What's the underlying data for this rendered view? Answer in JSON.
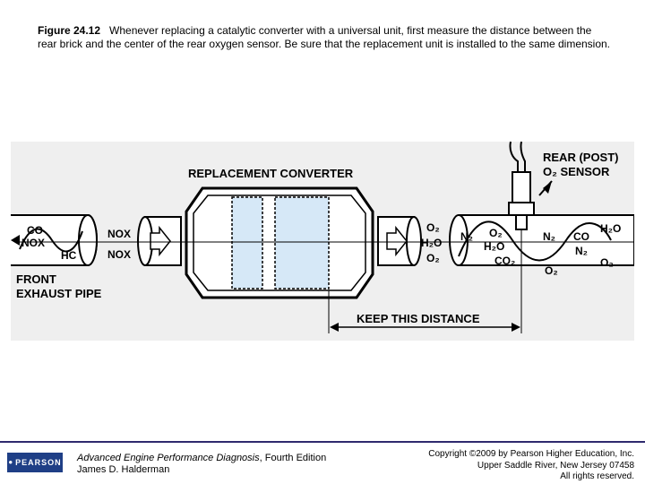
{
  "caption": {
    "figure_number": "Figure 24.12",
    "text": "Whenever replacing a catalytic converter with a universal unit, first measure the distance between the rear brick and the center of the rear oxygen sensor. Be sure that the replacement unit is installed to the same dimension."
  },
  "diagram": {
    "replacement_converter": "REPLACEMENT CONVERTER",
    "rear_sensor_line1": "REAR (POST)",
    "rear_sensor_line2": "O₂ SENSOR",
    "front_exhaust_line1": "FRONT",
    "front_exhaust_line2": "EXHAUST PIPE",
    "keep_distance": "KEEP THIS DISTANCE",
    "inlet_gases": {
      "co": "CO",
      "nox": "NOX",
      "hc": "HC"
    },
    "nox_top": "NOX",
    "nox_bottom": "NOX",
    "outlet_gases": {
      "o2_top": "O₂",
      "h2o": "H₂O",
      "o2_bottom": "O₂"
    },
    "downstream_gases": {
      "n2_a": "N₂",
      "o2_a": "O₂",
      "h2o_b": "H₂O",
      "co2": "CO₂",
      "n2_b": "N₂",
      "co": "CO",
      "n2_c": "N₂",
      "o2_c": "O₂",
      "h2o_c": "H₂O",
      "o2_d": "O₂"
    }
  },
  "footer": {
    "logo": "PEARSON",
    "book_title": "Advanced Engine Performance Diagnosis",
    "edition": ", Fourth Edition",
    "author": "James D. Halderman",
    "copyright_line1": "Copyright ©2009 by Pearson Higher Education, Inc.",
    "copyright_line2": "Upper Saddle River, New Jersey 07458",
    "copyright_line3": "All rights reserved."
  }
}
